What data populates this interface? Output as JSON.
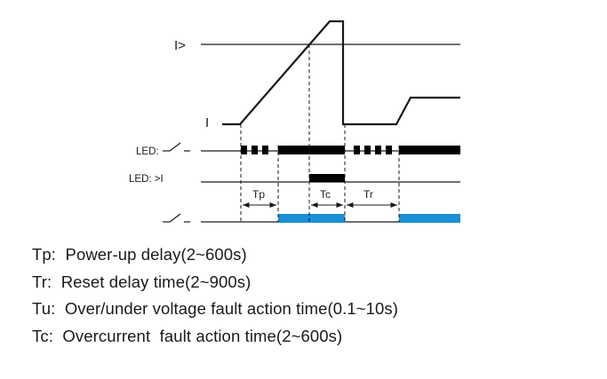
{
  "diagram": {
    "labels": {
      "i_gt": "I>",
      "i": "I",
      "led_switch": "LED:",
      "led_over": "LED: >I",
      "tp": "Tp",
      "tc": "Tc",
      "tr": "Tr"
    },
    "colors": {
      "line": "#1a1a1a",
      "relay_on": "#1a8fd6",
      "led_on": "#000000"
    }
  },
  "legend": [
    {
      "text": "Tp:  Power-up delay(2~600s)"
    },
    {
      "text": "Tr:  Reset delay time(2~900s)"
    },
    {
      "text": "Tu:  Over/under voltage fault action time(0.1~10s)"
    },
    {
      "text": "Tc:  Overcurrent  fault action time(2~600s)"
    }
  ]
}
